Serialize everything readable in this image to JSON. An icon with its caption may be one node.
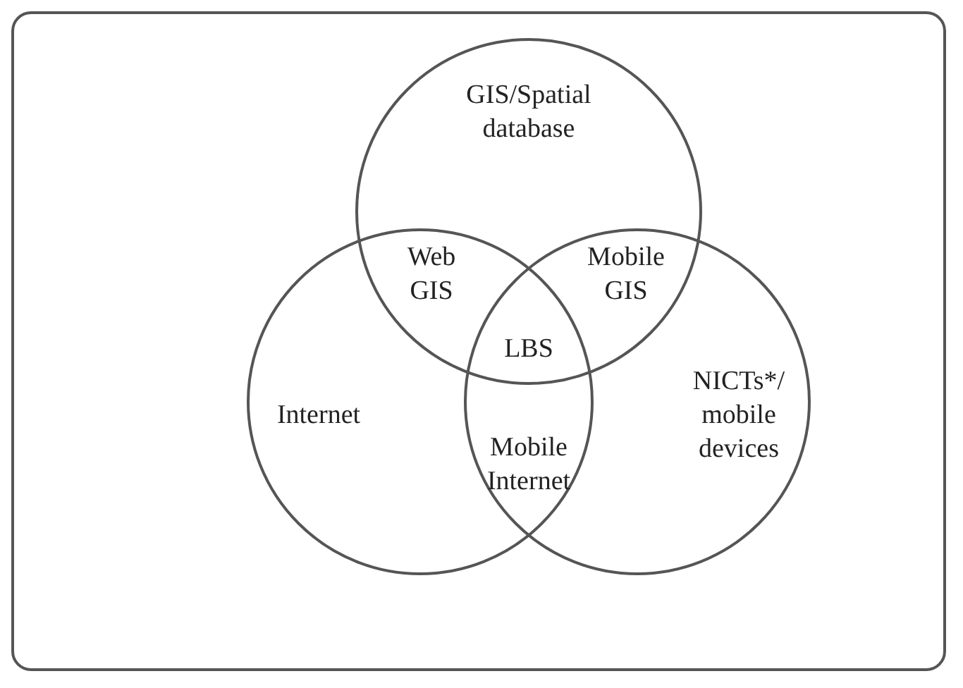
{
  "diagram": {
    "nodes": [
      {
        "text": [
          "GIS/Spatial database"
        ]
      },
      {
        "text": [
          "Internet"
        ]
      },
      {
        "text": [
          "NICTs*/ mobile devices"
        ]
      }
    ],
    "edges": [],
    "labels": [
      "Web GIS",
      "Mobile GIS",
      "LBS",
      "Mobile Internet"
    ]
  }
}
